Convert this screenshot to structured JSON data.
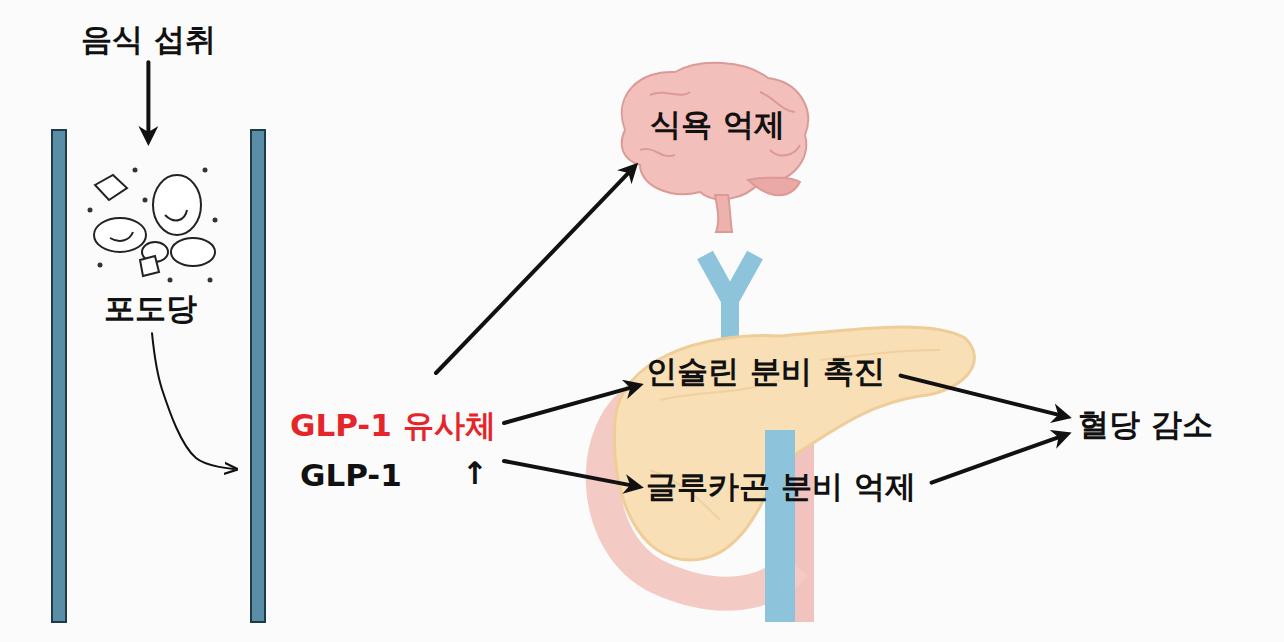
{
  "diagram": {
    "nodes": [
      {
        "text": [
          "음식 섭취"
        ]
      },
      {
        "text": [
          "포도당"
        ]
      },
      {
        "text": [
          "GLP-1 유사체",
          "GLP-1",
          "↑"
        ]
      },
      {
        "text": [
          "식욕 억제"
        ]
      },
      {
        "text": [
          "인슐린 분비 촉진"
        ]
      },
      {
        "text": [
          "글루카곤 분비 억제"
        ]
      },
      {
        "text": [
          "혈당 감소"
        ]
      }
    ],
    "edges": [
      {
        "from": 0,
        "to": 1,
        "arrow": "to"
      },
      {
        "from": 1,
        "to": 2,
        "arrow": "to"
      },
      {
        "from": 2,
        "to": 3,
        "arrow": "to"
      },
      {
        "from": 2,
        "to": 4,
        "arrow": "to"
      },
      {
        "from": 2,
        "to": 5,
        "arrow": "to"
      },
      {
        "from": 4,
        "to": 6,
        "arrow": "to"
      },
      {
        "from": 5,
        "to": 6,
        "arrow": "to"
      }
    ]
  }
}
